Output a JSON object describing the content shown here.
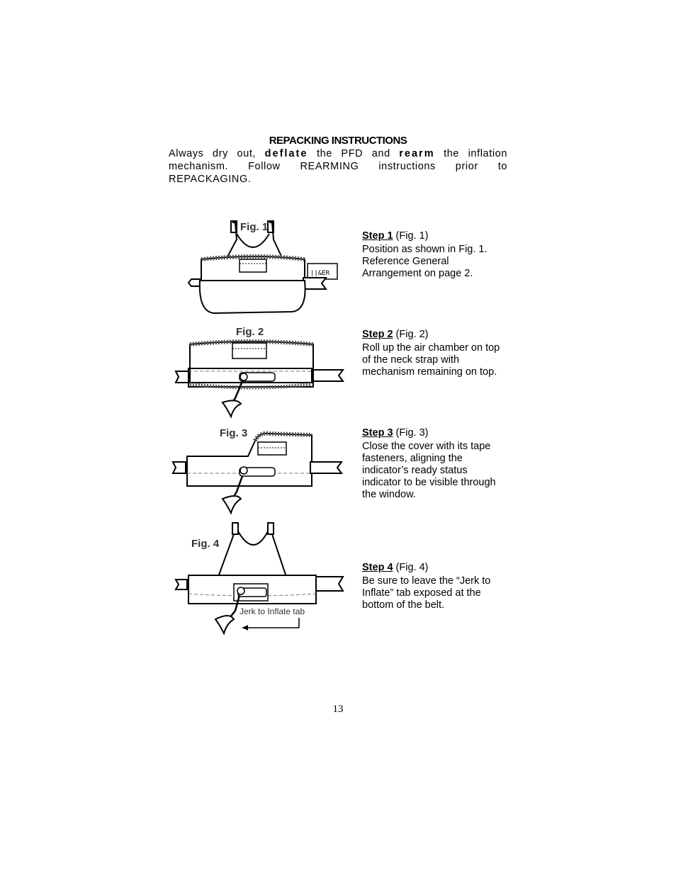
{
  "title": "REPACKING INSTRUCTIONS",
  "intro": {
    "part1": "Always dry out, ",
    "deflate": "deflate",
    "part2": " the PFD and ",
    "rearm": "rearm",
    "part3": " the inflation mechanism. Follow REARMING instructions prior to REPACKAGING."
  },
  "figures": [
    {
      "label": "Fig. 1"
    },
    {
      "label": "Fig. 2"
    },
    {
      "label": "Fig. 3"
    },
    {
      "label": "Fig. 4",
      "callout": "Jerk to Inflate tab"
    }
  ],
  "steps": [
    {
      "heading": "Step 1",
      "ref": " (Fig. 1)",
      "text": "Position as shown in Fig. 1.  Reference General Arrangement on page 2."
    },
    {
      "heading": "Step 2",
      "ref": " (Fig. 2)",
      "text": "Roll up the air chamber on top of the neck strap with mechanism remaining on top."
    },
    {
      "heading": "Step 3",
      "ref": " (Fig. 3)",
      "text": "Close the cover with its tape fasteners, aligning the indicator’s ready status indicator to be visible through the window."
    },
    {
      "heading": "Step 4",
      "ref": " (Fig. 4)",
      "text": "Be sure to leave the “Jerk to Inflate” tab exposed at the bottom of the belt."
    }
  ],
  "page_number": "13"
}
